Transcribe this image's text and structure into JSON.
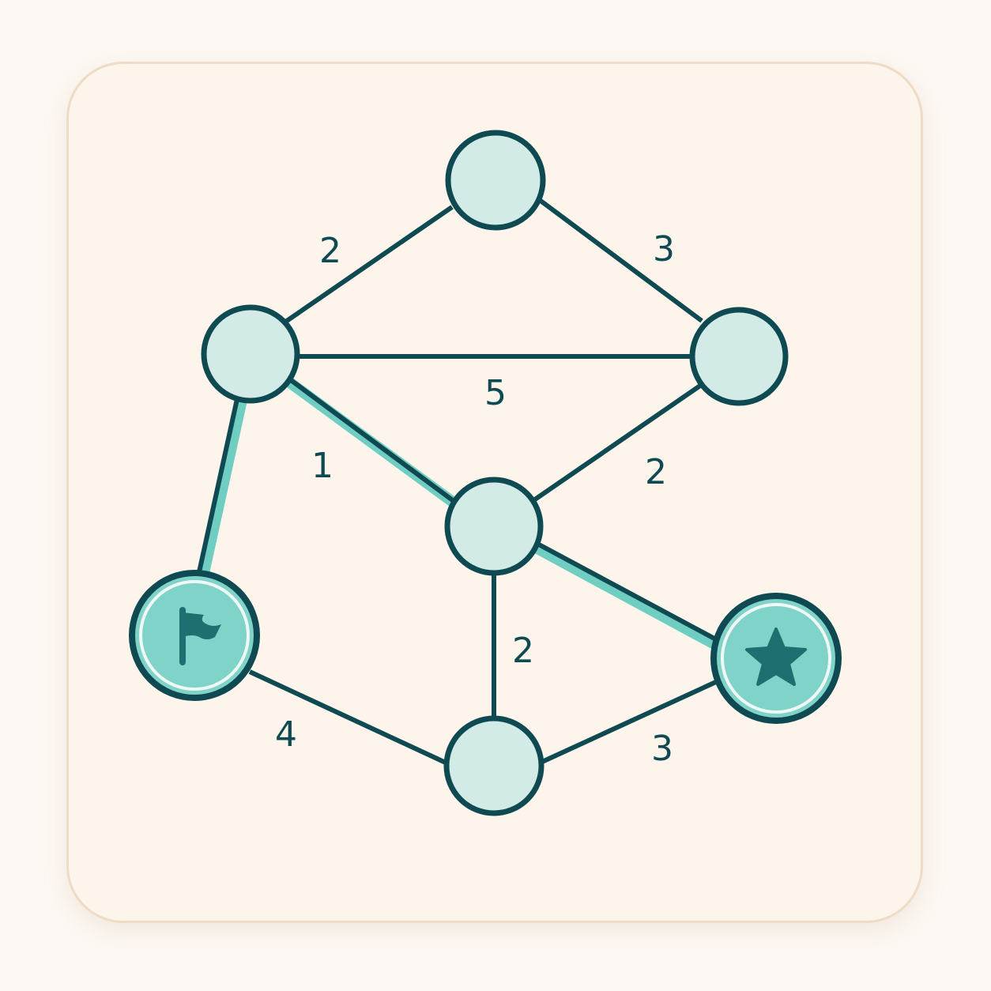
{
  "colors": {
    "background": "#fdf8f3",
    "card": "#fdf5ec",
    "card_border": "#eedcc4",
    "edge": "#0f4a52",
    "highlight_path": "#6fcdc2",
    "node_fill": "#d2ebe6",
    "terminal_fill": "#7fd3c8",
    "icon": "#1d6f70"
  },
  "nodes": [
    {
      "id": "top",
      "kind": "normal"
    },
    {
      "id": "left",
      "kind": "normal"
    },
    {
      "id": "right",
      "kind": "normal"
    },
    {
      "id": "center",
      "kind": "normal"
    },
    {
      "id": "start",
      "kind": "start",
      "icon": "flag-icon"
    },
    {
      "id": "goal",
      "kind": "goal",
      "icon": "star-icon"
    },
    {
      "id": "bottom",
      "kind": "normal"
    }
  ],
  "edges": [
    {
      "from": "left",
      "to": "top",
      "weight": "2",
      "highlighted": false
    },
    {
      "from": "top",
      "to": "right",
      "weight": "3",
      "highlighted": false
    },
    {
      "from": "left",
      "to": "right",
      "weight": "5",
      "highlighted": false
    },
    {
      "from": "left",
      "to": "center",
      "weight": "1",
      "highlighted": true
    },
    {
      "from": "center",
      "to": "right",
      "weight": "2",
      "highlighted": false
    },
    {
      "from": "start",
      "to": "left",
      "weight": "",
      "highlighted": true
    },
    {
      "from": "center",
      "to": "goal",
      "weight": "",
      "highlighted": true
    },
    {
      "from": "center",
      "to": "bottom",
      "weight": "2",
      "highlighted": false
    },
    {
      "from": "start",
      "to": "bottom",
      "weight": "4",
      "highlighted": false
    },
    {
      "from": "bottom",
      "to": "goal",
      "weight": "3",
      "highlighted": false
    }
  ]
}
